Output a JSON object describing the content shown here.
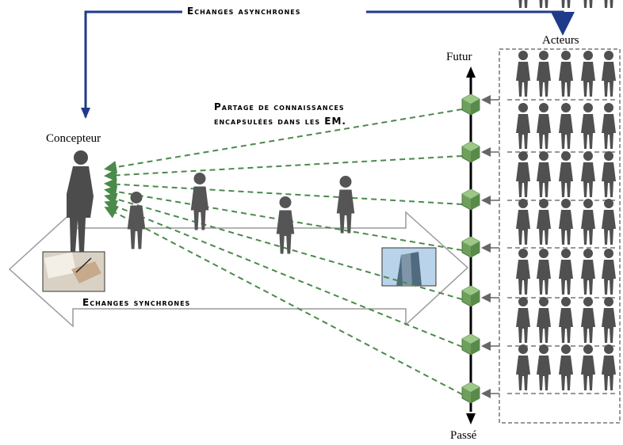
{
  "labels": {
    "async": "Echanges asynchrones",
    "sync": "Echanges synchrones",
    "designer": "Concepteur",
    "actors": "Acteurs",
    "future": "Futur",
    "past": "Passé",
    "sharing_line1": "Partage de connaissances",
    "sharing_line2": "encapsulées dans les EM."
  },
  "colors": {
    "async_arrow": "#1f3a8a",
    "dashed_link": "#4a8a4a",
    "cube": "#7cad6a",
    "silhouette": "#505050",
    "sync_arrow_outline": "#9a9a9a"
  },
  "icons": [
    "person-silhouette",
    "photo-hands-writing",
    "photo-office-building",
    "knowledge-cube"
  ]
}
